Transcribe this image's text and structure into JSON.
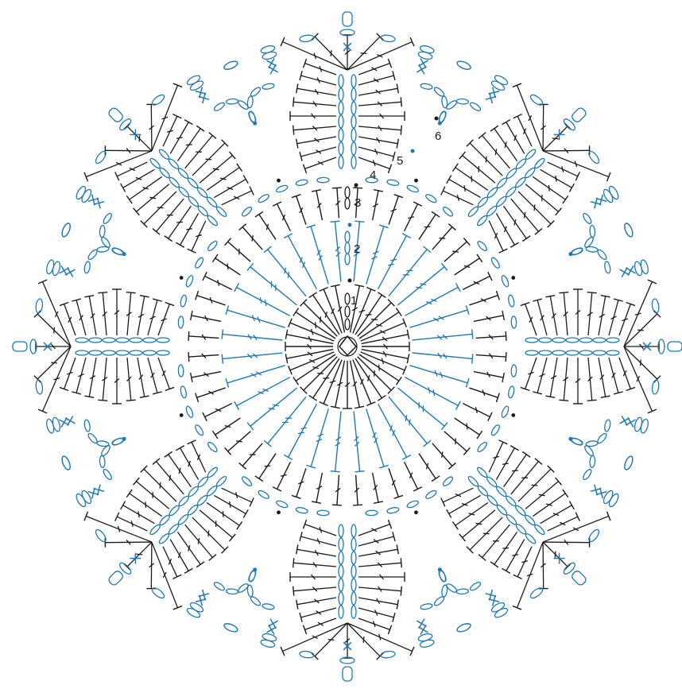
{
  "diagram": {
    "kind": "crochet-doily-chart",
    "colors": {
      "dark": "#1a1a1a",
      "blue": "#1f78b4"
    },
    "repeats": 8,
    "rounds": [
      {
        "label": "1",
        "color": "dark"
      },
      {
        "label": "2",
        "color": "blue"
      },
      {
        "label": "3",
        "color": "dark"
      },
      {
        "label": "4",
        "color": "blue"
      },
      {
        "label": "5",
        "color": "dark"
      },
      {
        "label": "6",
        "color": "blue"
      }
    ],
    "symbols": [
      "chain",
      "double-crochet",
      "treble-crochet",
      "single-crochet",
      "slip-stitch",
      "picot"
    ]
  }
}
